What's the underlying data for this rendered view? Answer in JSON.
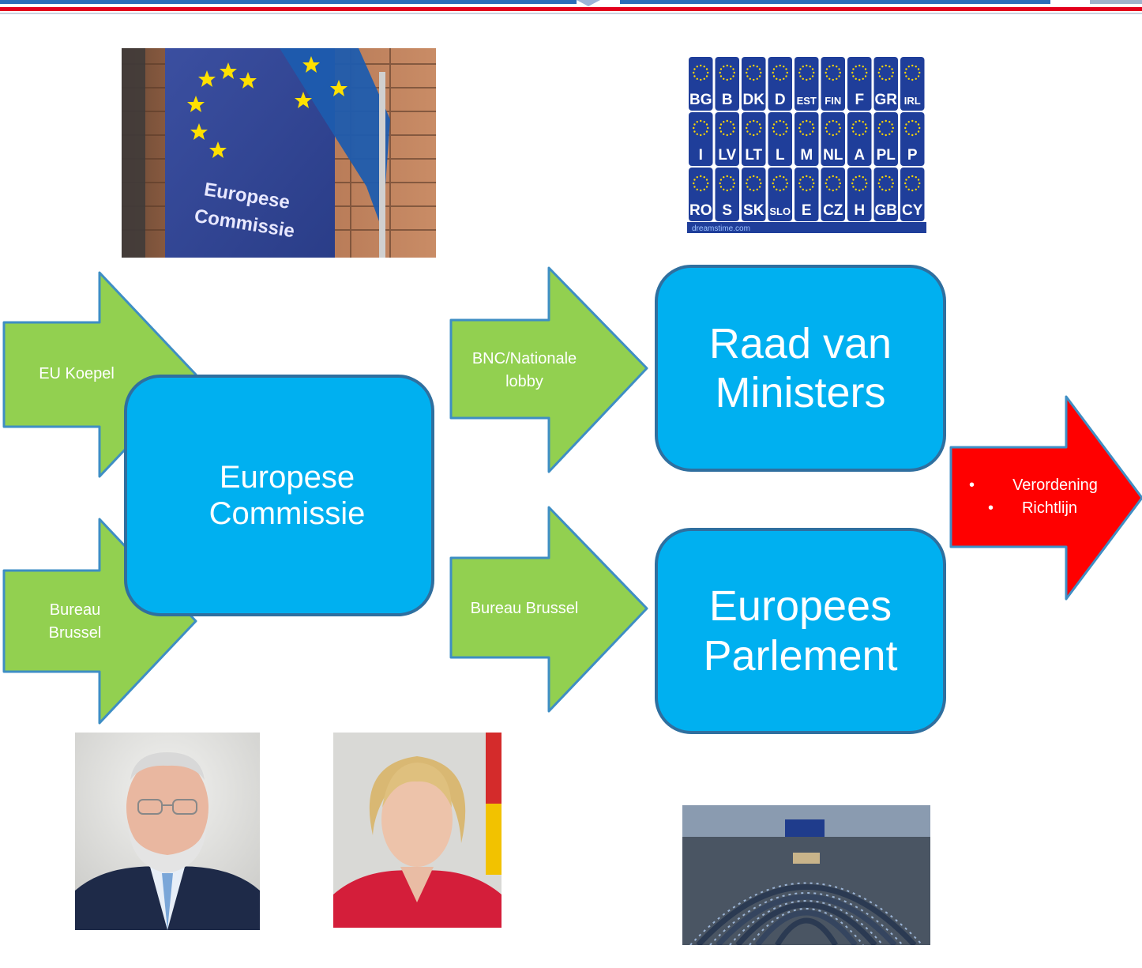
{
  "diagram": {
    "commission_box": "Europese\nCommissie",
    "council_box": "Raad van\nMinisters",
    "parliament_box": "Europees\nParlement",
    "arrow_eu_koepel": "EU Koepel",
    "arrow_bureau_brussel_left": "Bureau\nBrussel",
    "arrow_bnc_lobby": "BNC/Nationale\nlobby",
    "arrow_bureau_brussel_right": "Bureau Brussel",
    "outcome_items": [
      "Verordening",
      "Richtlijn"
    ]
  },
  "images": {
    "commission_building_sign": "Europese\nCommissie",
    "license_plate_codes": [
      [
        "BG",
        "B",
        "DK",
        "D",
        "EST",
        "FIN",
        "F",
        "GR",
        "IRL"
      ],
      [
        "I",
        "LV",
        "LT",
        "L",
        "M",
        "NL",
        "A",
        "PL",
        "P"
      ],
      [
        "RO",
        "S",
        "SK",
        "SLO",
        "E",
        "CZ",
        "H",
        "GB",
        "CY"
      ]
    ],
    "license_plate_watermark": "dreamstime.com"
  },
  "colors": {
    "box_fill": "#00b0f0",
    "box_border": "#2f6f9f",
    "arrow_green": "#92d050",
    "arrow_red": "#ff0000",
    "top_bar_red": "#e3001b",
    "top_bar_blue": "#1f4e9e"
  }
}
